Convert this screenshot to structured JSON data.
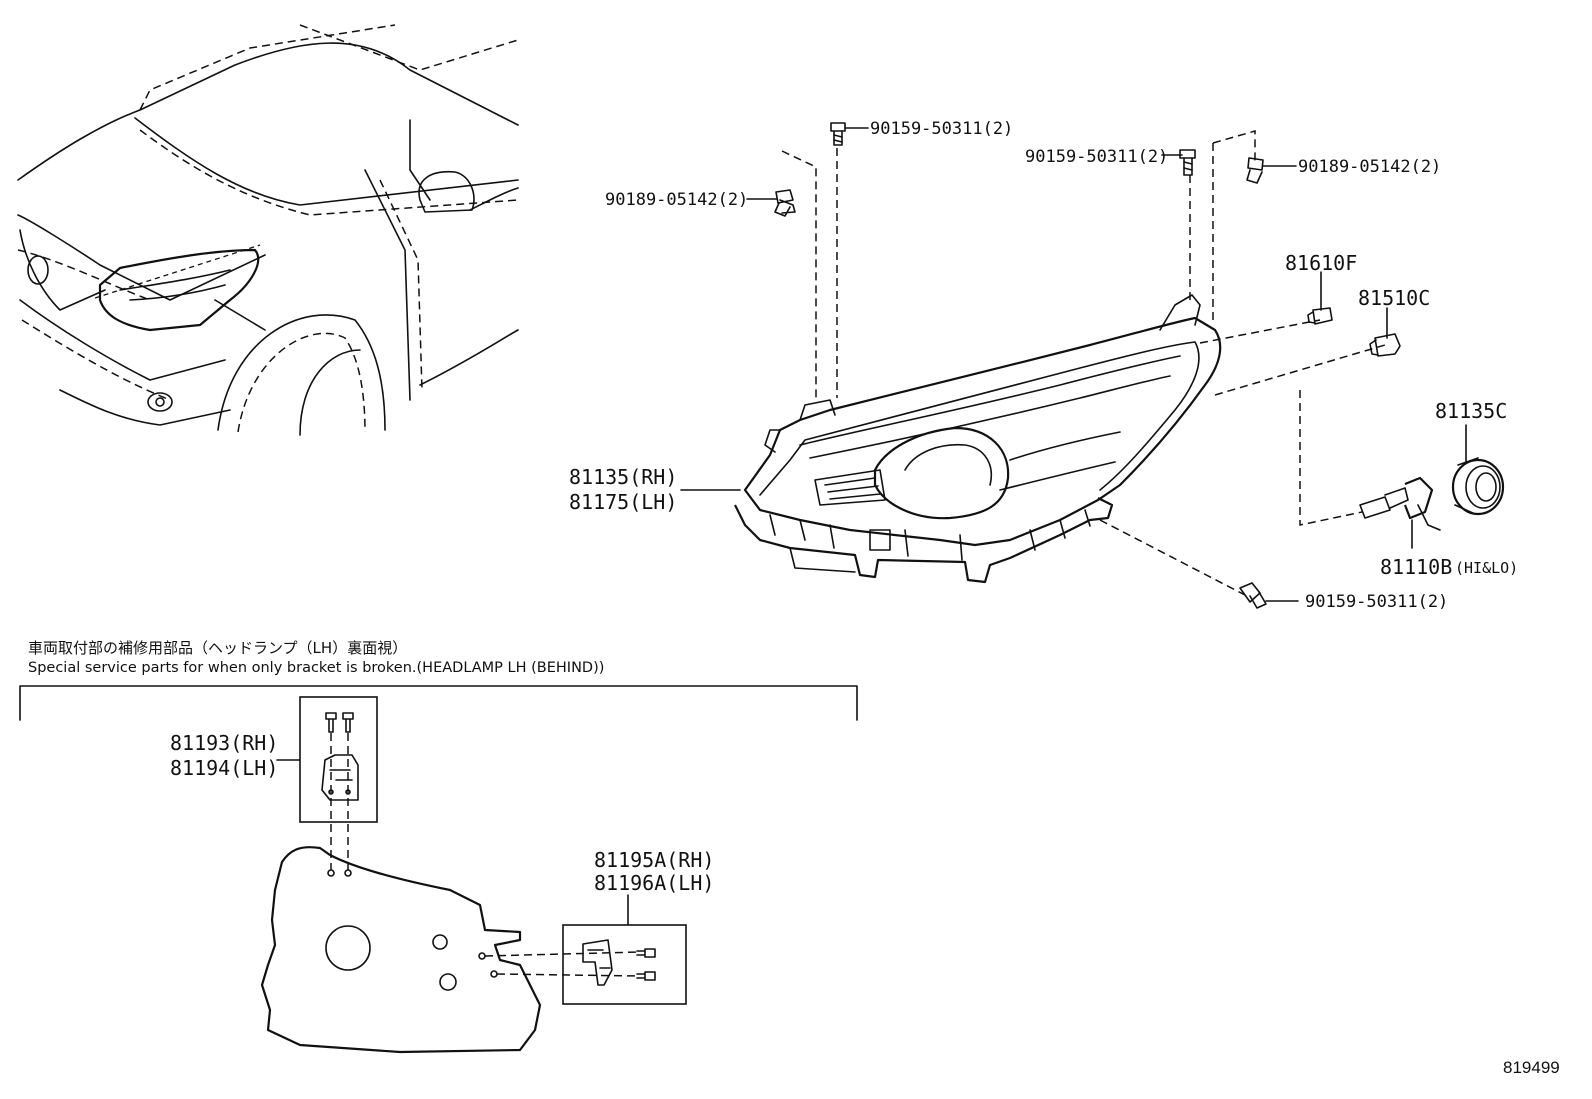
{
  "labels": {
    "screw_top_center": "90159-50311(2)",
    "clip_top_left": "90189-05142(2)",
    "screw_top_right": "90159-50311(2)",
    "clip_top_right": "90189-05142(2)",
    "bulb_small": "81610F",
    "bulb_socket": "81510C",
    "cap": "81135C",
    "headlamp_rh": "81135(RH)",
    "headlamp_lh": "81175(LH)",
    "hid_bulb": "81110B",
    "hid_bulb_note": "(HI&LO)",
    "screw_bottom": "90159-50311(2)",
    "bracket_upper_rh": "81193(RH)",
    "bracket_upper_lh": "81194(LH)",
    "bracket_side_rh": "81195A(RH)",
    "bracket_side_lh": "81196A(LH)"
  },
  "service_note": {
    "japanese": "車両取付部の補修用部品（ヘッドランプ（LH）裏面視）",
    "english": "Special service parts for when only bracket is broken.(HEADLAMP LH (BEHIND))"
  },
  "figure_number": "819499"
}
